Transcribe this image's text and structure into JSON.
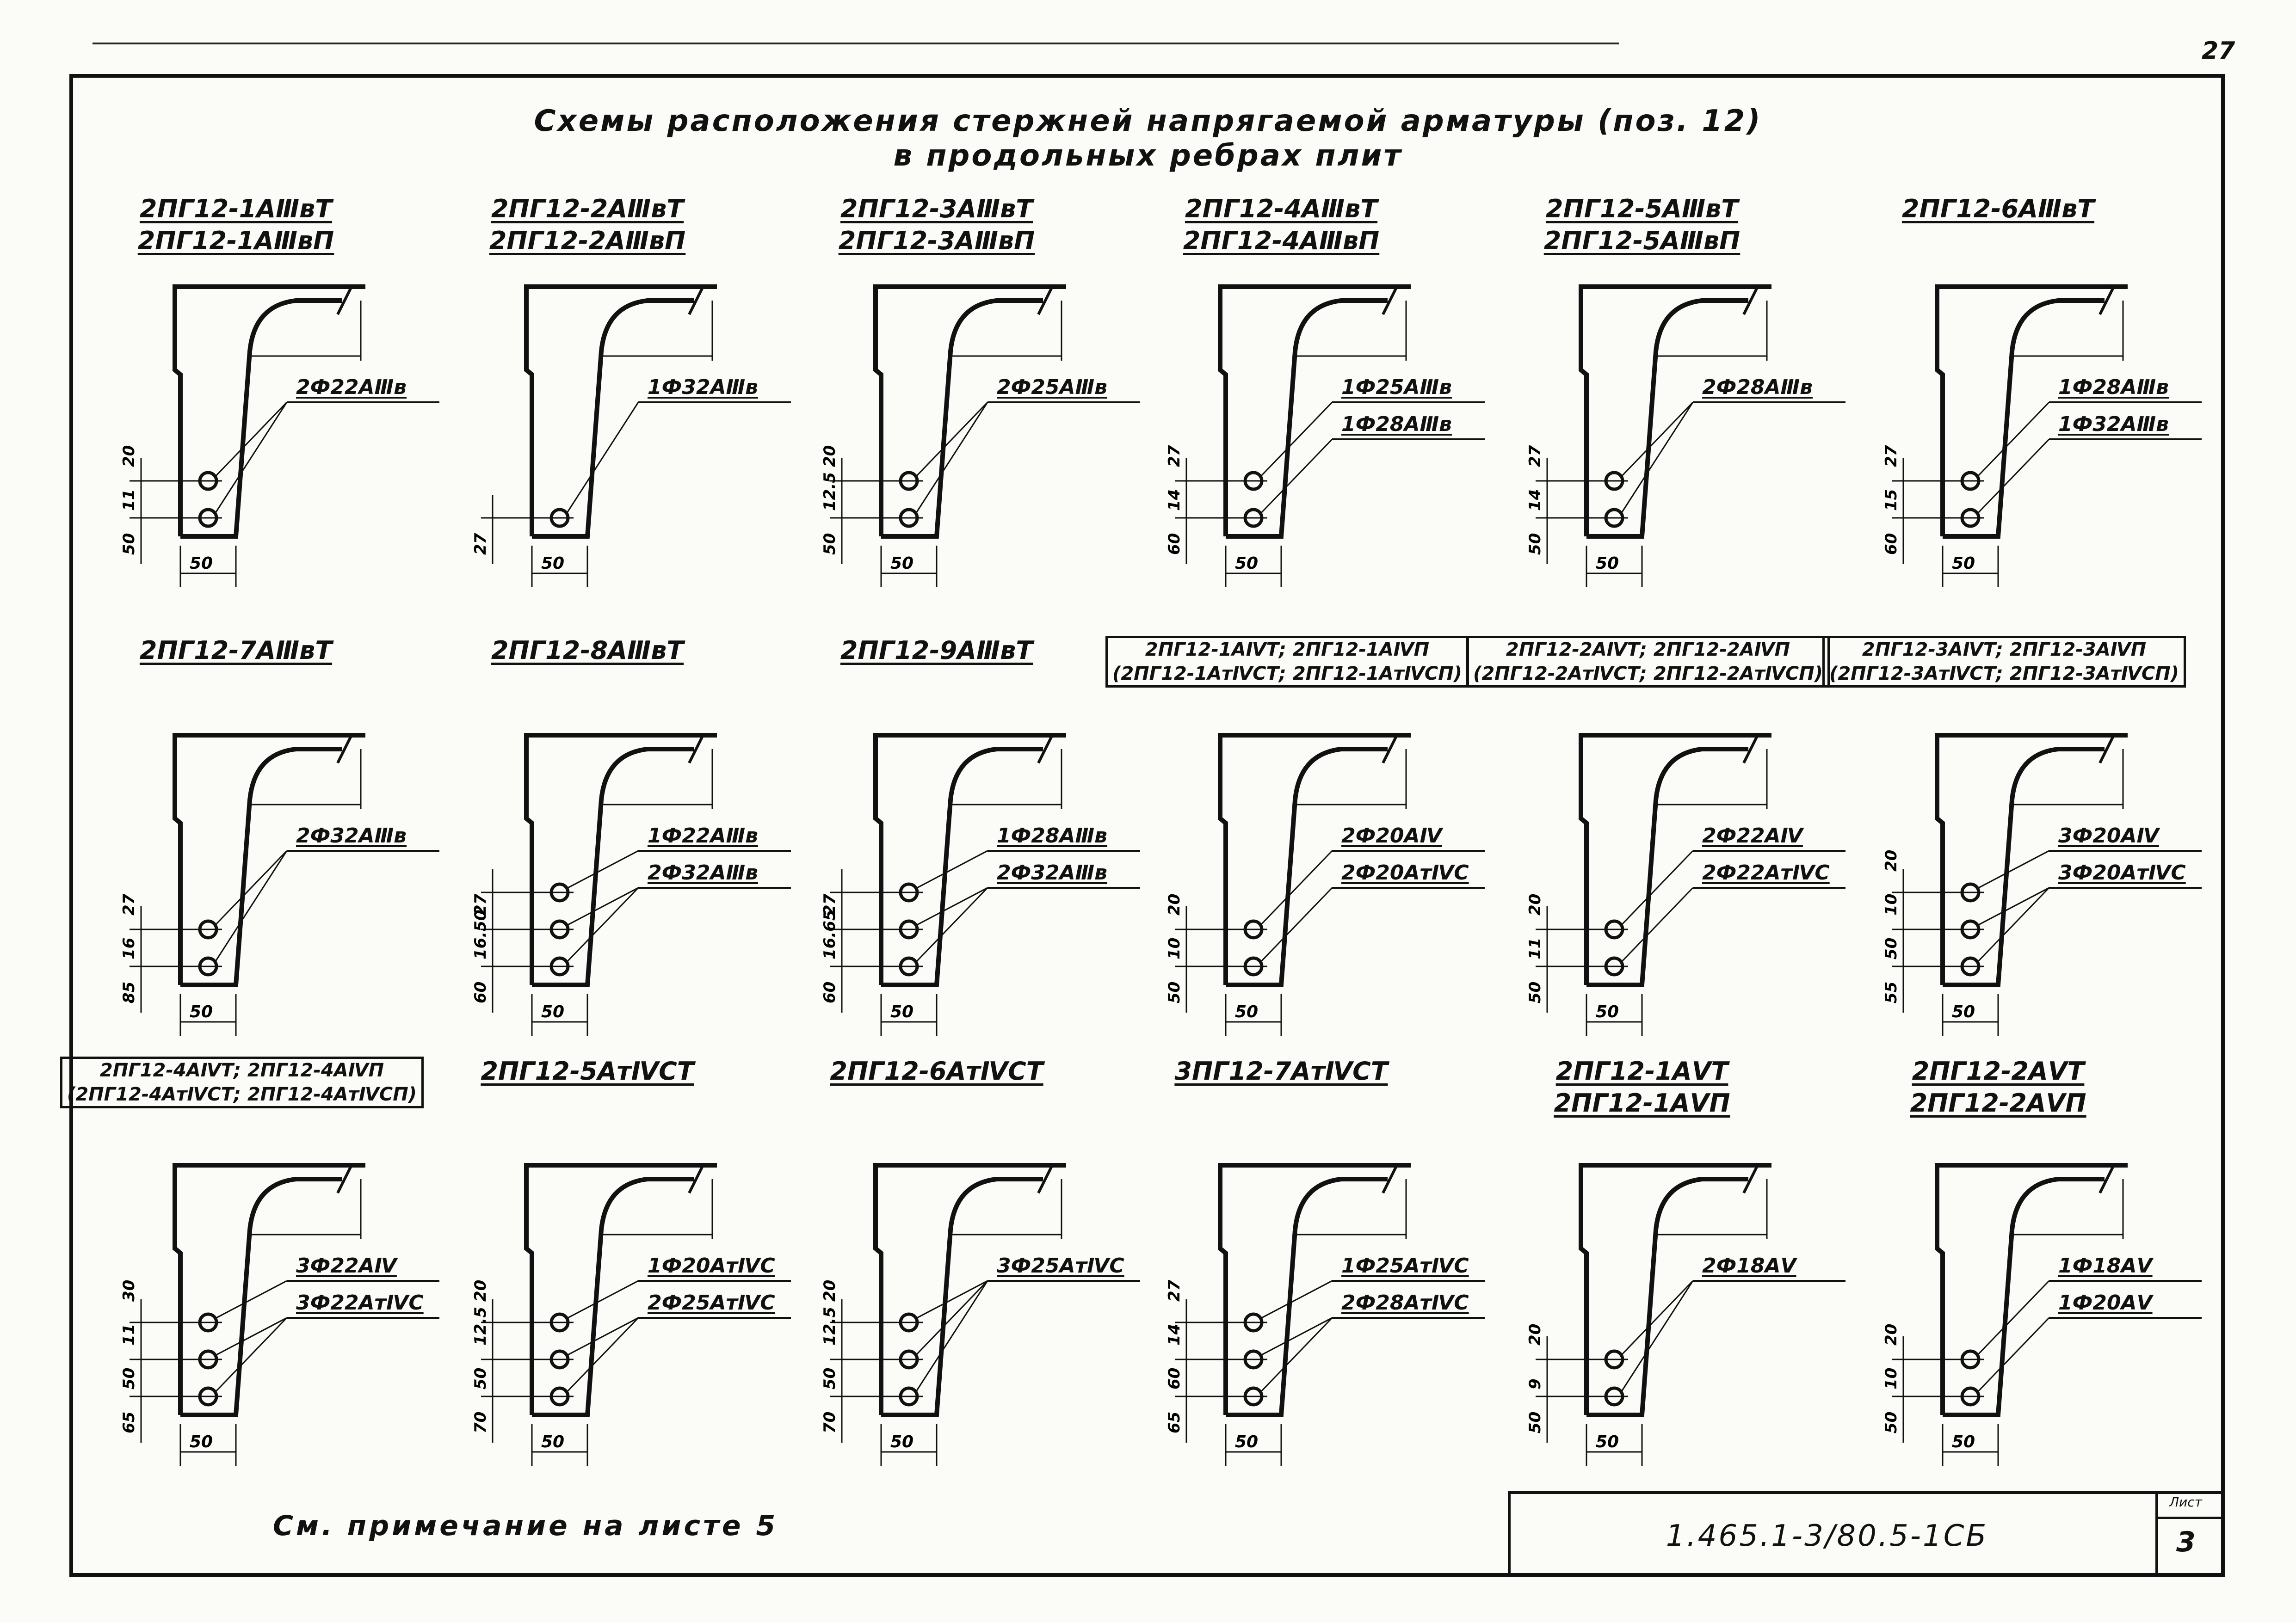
{
  "page_number": "27",
  "title": {
    "line1": "Схемы расположения стержней напрягаемой арматуры (поз. 12)",
    "line2": "в продольных ребрах плит"
  },
  "details": [
    {
      "label": [
        "2ПГ12-1АⅢвТ",
        "2ПГ12-1АⅢвП"
      ],
      "rebars": [
        "2Ф22АⅢв"
      ],
      "dims": [
        "50",
        "11",
        "20"
      ],
      "bars": 2
    },
    {
      "label": [
        "2ПГ12-2АⅢвТ",
        "2ПГ12-2АⅢвП"
      ],
      "rebars": [
        "1Ф32АⅢв"
      ],
      "dims": [
        "27"
      ],
      "bars": 1
    },
    {
      "label": [
        "2ПГ12-3АⅢвТ",
        "2ПГ12-3АⅢвП"
      ],
      "rebars": [
        "2Ф25АⅢв"
      ],
      "dims": [
        "50",
        "12.5",
        "20"
      ],
      "bars": 2
    },
    {
      "label": [
        "2ПГ12-4АⅢвТ",
        "2ПГ12-4АⅢвП"
      ],
      "rebars": [
        "1Ф25АⅢв",
        "1Ф28АⅢв"
      ],
      "dims": [
        "60",
        "14",
        "27"
      ],
      "bars": 2
    },
    {
      "label": [
        "2ПГ12-5АⅢвТ",
        "2ПГ12-5АⅢвП"
      ],
      "rebars": [
        "2Ф28АⅢв"
      ],
      "dims": [
        "50",
        "14",
        "27"
      ],
      "bars": 2
    },
    {
      "label": [
        "2ПГ12-6АⅢвТ"
      ],
      "rebars": [
        "1Ф28АⅢв",
        "1Ф32АⅢв"
      ],
      "dims": [
        "60",
        "15",
        "27"
      ],
      "bars": 2
    },
    {
      "label": [
        "2ПГ12-7АⅢвТ"
      ],
      "rebars": [
        "2Ф32АⅢв"
      ],
      "dims": [
        "85",
        "16",
        "27"
      ],
      "bars": 2
    },
    {
      "label": [
        "2ПГ12-8АⅢвТ"
      ],
      "rebars": [
        "1Ф22АⅢв",
        "2Ф32АⅢв"
      ],
      "dims": [
        "60",
        "16.50",
        "27"
      ],
      "bars": 3
    },
    {
      "label": [
        "2ПГ12-9АⅢвТ"
      ],
      "rebars": [
        "1Ф28АⅢв",
        "2Ф32АⅢв"
      ],
      "dims": [
        "60",
        "16.65",
        "27"
      ],
      "bars": 3
    },
    {
      "label": [
        "2ПГ12-1АⅣТ; 2ПГ12-1АⅣП",
        "(2ПГ12-1АтⅣСТ; 2ПГ12-1АтⅣСП)"
      ],
      "rebars": [
        "2Ф20АⅣ",
        "2Ф20АтⅣС"
      ],
      "dims": [
        "50",
        "10",
        "20"
      ],
      "bars": 2
    },
    {
      "label": [
        "2ПГ12-2АⅣТ; 2ПГ12-2АⅣП",
        "(2ПГ12-2АтⅣСТ; 2ПГ12-2АтⅣСП)"
      ],
      "rebars": [
        "2Ф22АⅣ",
        "2Ф22АтⅣС"
      ],
      "dims": [
        "50",
        "11",
        "20"
      ],
      "bars": 2
    },
    {
      "label": [
        "2ПГ12-3АⅣТ; 2ПГ12-3АⅣП",
        "(2ПГ12-3АтⅣСТ; 2ПГ12-3АтⅣСП)"
      ],
      "rebars": [
        "3Ф20АⅣ",
        "3Ф20АтⅣС"
      ],
      "dims": [
        "55",
        "50",
        "10",
        "20"
      ],
      "bars": 3
    },
    {
      "label": [
        "2ПГ12-4АⅣТ; 2ПГ12-4АⅣП",
        "(2ПГ12-4АтⅣСТ; 2ПГ12-4АтⅣСП)"
      ],
      "rebars": [
        "3Ф22АⅣ",
        "3Ф22АтⅣС"
      ],
      "dims": [
        "65",
        "50",
        "11",
        "30"
      ],
      "bars": 3
    },
    {
      "label": [
        "2ПГ12-5АтⅣСТ"
      ],
      "rebars": [
        "1Ф20АтⅣС",
        "2Ф25АтⅣС"
      ],
      "dims": [
        "70",
        "50",
        "12.5",
        "20"
      ],
      "bars": 3
    },
    {
      "label": [
        "2ПГ12-6АтⅣСТ"
      ],
      "rebars": [
        "3Ф25АтⅣС"
      ],
      "dims": [
        "70",
        "50",
        "12.5",
        "20"
      ],
      "bars": 3
    },
    {
      "label": [
        "3ПГ12-7АтⅣСТ"
      ],
      "rebars": [
        "1Ф25АтⅣС",
        "2Ф28АтⅣС"
      ],
      "dims": [
        "65",
        "60",
        "14",
        "27"
      ],
      "bars": 3
    },
    {
      "label": [
        "2ПГ12-1АⅤТ",
        "2ПГ12-1АⅤП"
      ],
      "rebars": [
        "2Ф18АⅤ"
      ],
      "dims": [
        "50",
        "9",
        "20"
      ],
      "bars": 2
    },
    {
      "label": [
        "2ПГ12-2АⅤТ",
        "2ПГ12-2АⅤП"
      ],
      "rebars": [
        "1Ф18АⅤ",
        "1Ф20АⅤ"
      ],
      "dims": [
        "50",
        "10",
        "20"
      ],
      "bars": 2
    }
  ],
  "note": "См. примечание на листе 5",
  "stamp": {
    "code": "1.465.1-3/80.5-1СБ",
    "sheet_label": "Лист",
    "sheet_number": "3"
  }
}
